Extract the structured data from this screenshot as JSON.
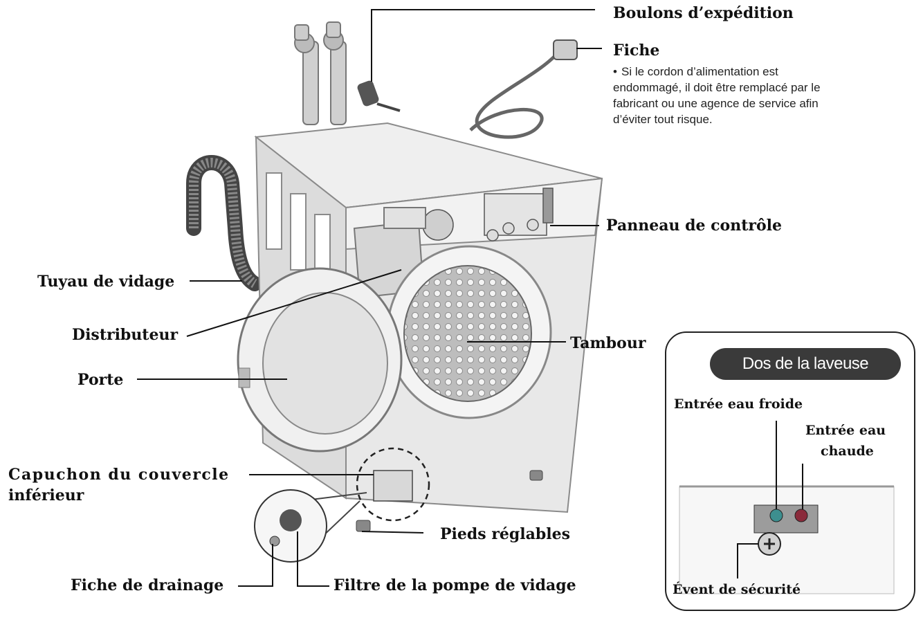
{
  "labels": {
    "shipping_bolts": "Boulons d’expédition",
    "plug": "Fiche",
    "plug_note": "Si le cordon d’alimentation est endommagé, il doit être remplacé par le fabricant ou une agence de service afin d’éviter tout risque.",
    "control_panel": "Panneau de contrôle",
    "drain_hose": "Tuyau de vidage",
    "dispenser": "Distributeur",
    "drum": "Tambour",
    "door": "Porte",
    "lower_cover_cap_line1": "Capuchon du couvercle",
    "lower_cover_cap_line2": "inférieur",
    "adjustable_feet": "Pieds réglables",
    "drain_plug": "Fiche de drainage",
    "drain_pump_filter": "Filtre de la pompe de vidage"
  },
  "inset": {
    "title": "Dos de la laveuse",
    "cold_inlet": "Entrée eau froide",
    "hot_inlet_line1": "Entrée eau",
    "hot_inlet_line2": "chaude",
    "safety_vent": "Évent de sécurité"
  },
  "colors": {
    "line": "#111111",
    "body_light": "#e6e6e6",
    "body_mid": "#cfcfcf",
    "body_dark": "#9a9a9a",
    "inset_badge": "#3a3a3a"
  }
}
